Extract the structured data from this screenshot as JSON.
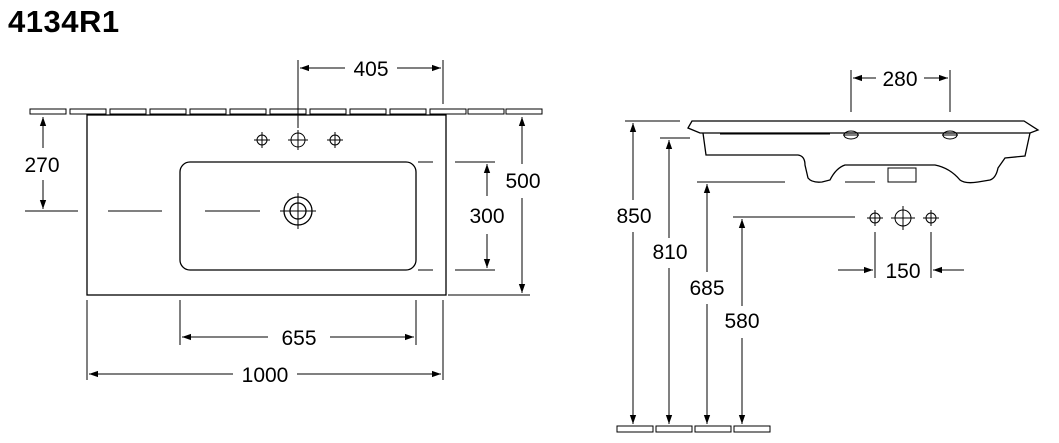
{
  "model_code": "4134R1",
  "dimensions": {
    "tap_distance_top": "405",
    "side_270": "270",
    "depth_500": "500",
    "bowl_depth_300": "300",
    "bowl_width_655": "655",
    "total_width_1000": "1000",
    "side_tap_spacing_280": "280",
    "height_850": "850",
    "height_810": "810",
    "height_685": "685",
    "height_580": "580",
    "waste_spacing_150": "150"
  }
}
